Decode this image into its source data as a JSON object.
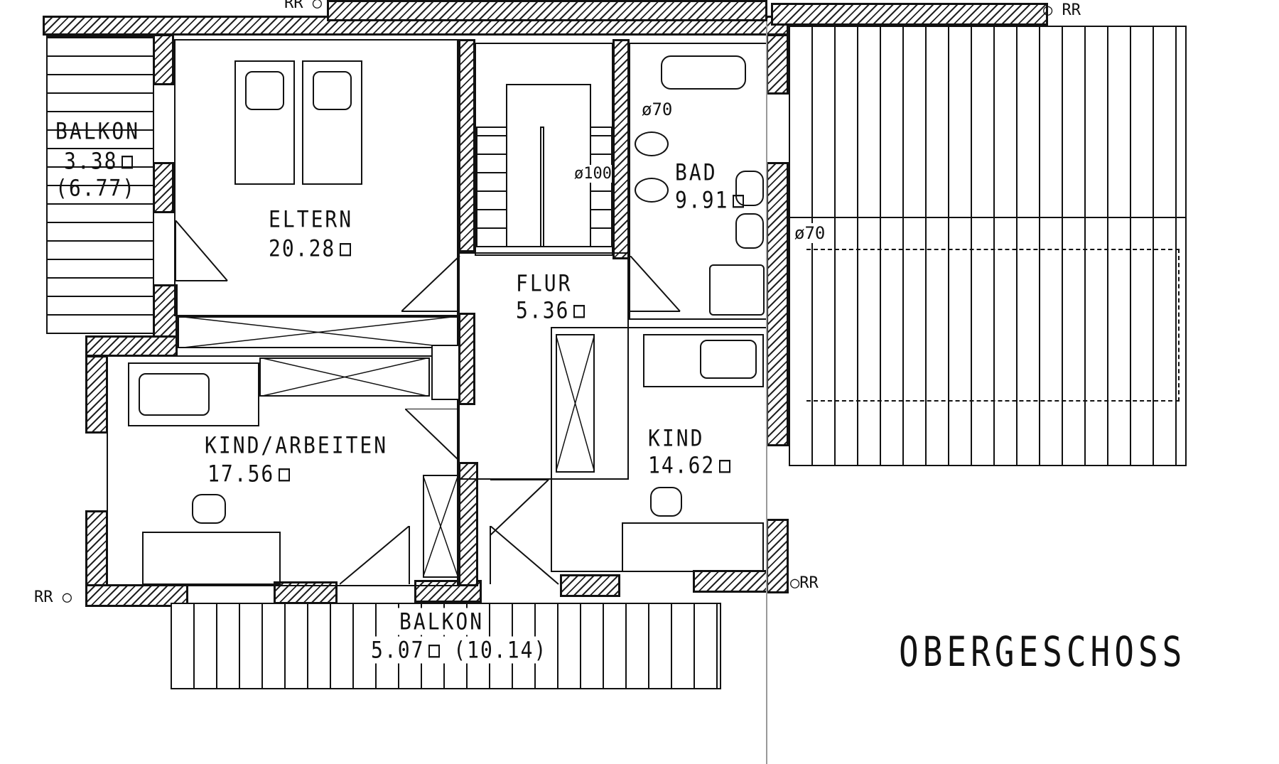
{
  "plan": {
    "title": "OBERGESCHOSS",
    "rooms": [
      {
        "name": "BALKON",
        "area": "3.38",
        "area_secondary": "(6.77)"
      },
      {
        "name": "ELTERN",
        "area": "20.28"
      },
      {
        "name": "FLUR",
        "area": "5.36"
      },
      {
        "name": "BAD",
        "area": "9.91"
      },
      {
        "name": "KIND/ARBEITEN",
        "area": "17.56"
      },
      {
        "name": "KIND",
        "area": "14.62"
      },
      {
        "name": "BALKON",
        "area": "5.07",
        "area_secondary": "(10.14)"
      }
    ],
    "annotations": {
      "pipe_bad_top": "ø70",
      "pipe_stair": "ø100",
      "pipe_bad_right": "ø70",
      "rr_top_left": "RR",
      "rr_top_right": "RR",
      "rr_bottom_left": "RR",
      "rr_bottom_right": "RR"
    }
  }
}
